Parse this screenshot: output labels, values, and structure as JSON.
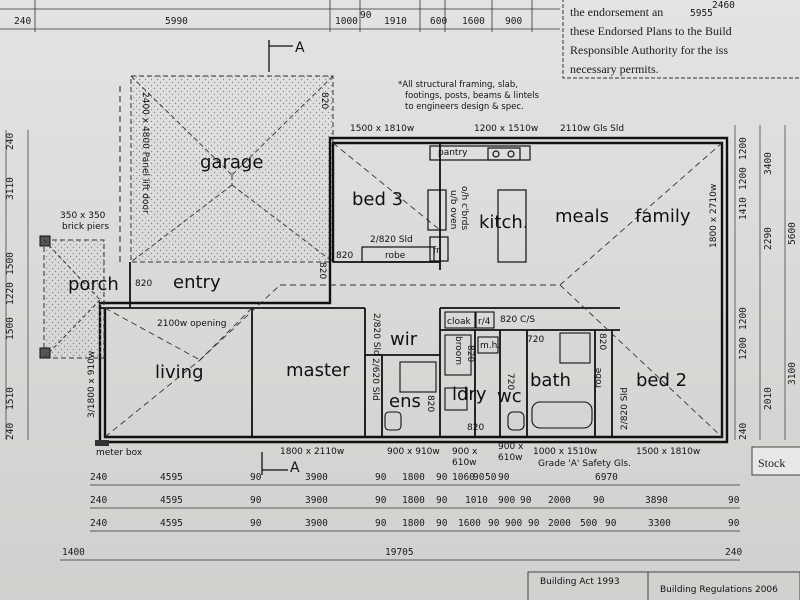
{
  "top_dims": [
    "240",
    "5990",
    "1000",
    "90",
    "1910",
    "600",
    "1600",
    "900",
    "5955",
    "2460"
  ],
  "stamp": {
    "line1": "the endorsement an",
    "line2": "these Endorsed Plans to the Build",
    "line3": "Responsible Authority for the iss",
    "line4": "necessary permits."
  },
  "notes": {
    "structural_1": "*All structural framing, slab,",
    "structural_2": "footings, posts, beams & lintels",
    "structural_3": "to engineers design & spec."
  },
  "section_marks": [
    "A",
    "A"
  ],
  "rooms": {
    "garage": "garage",
    "bed3": "bed 3",
    "kitch": "kitch.",
    "meals": "meals",
    "family": "family",
    "porch": "porch",
    "entry": "entry",
    "living": "living",
    "master": "master",
    "wir": "wir",
    "ens": "ens",
    "ldry": "ldry",
    "wc": "wc",
    "bath": "bath",
    "bed2": "bed 2"
  },
  "labels": {
    "panel_door": "2400 x 4800 Panel lift door",
    "brick_piers": "350 x 350 brick piers",
    "pantry": "pantry",
    "ub_oven": "u/b oven",
    "oh_cbrds": "o/h c'brds",
    "fr": "fr.",
    "robe_bed3": "robe",
    "sld_bed3": "2/820 Sld",
    "cloak": "cloak",
    "r4": "r/4",
    "cs_820": "820 C/S",
    "mh": "m.h.",
    "broom": "broom",
    "opening": "2100w opening",
    "sld_master": "2/820 Sld",
    "sld_wir": "2/620 Sld",
    "sld_bed2": "2/820 Sld",
    "robe_bed2": "robe",
    "meter_box": "meter box",
    "glass": "Grade 'A' Safety Gls."
  },
  "door_widths": [
    "820",
    "820",
    "820",
    "820",
    "820",
    "820",
    "720",
    "720",
    "820",
    "820",
    "820"
  ],
  "window_sizes": {
    "bed3_top": "1500 x 1810w",
    "kitch_top": "1200 x 1510w",
    "meals_top": "2110w Gls Sld",
    "living_side": "3/1800 x 910w",
    "master_bottom": "1800 x 2110w",
    "ens_bottom": "900 x 910w",
    "ldry_bottom_1": "900 x",
    "ldry_bottom_2": "610w",
    "wc_bottom_1": "900 x",
    "wc_bottom_2": "610w",
    "bath_bottom": "1000 x 1510w",
    "bed2_bottom": "1500 x 1810w",
    "family_right": "1800 x 2710w",
    "garage_side": "820"
  },
  "left_dims": [
    "240",
    "3110",
    "1500",
    "1220",
    "1500",
    "1510",
    "240"
  ],
  "right_dims": [
    "1200",
    "1200",
    "1410",
    "3400",
    "2290",
    "5600",
    "1200",
    "1200",
    "3100",
    "2010",
    "240"
  ],
  "bottom_rows": [
    [
      "240",
      "4595",
      "90",
      "3900",
      "90",
      "1800",
      "90",
      "1060",
      "90",
      "50",
      "90",
      "6970"
    ],
    [
      "240",
      "4595",
      "90",
      "3900",
      "90",
      "1800",
      "90",
      "1010",
      "900",
      "90",
      "2000",
      "90",
      "3890",
      "90"
    ],
    [
      "240",
      "4595",
      "90",
      "3900",
      "90",
      "1800",
      "90",
      "1600",
      "90",
      "900",
      "90",
      "2000",
      "500",
      "90",
      "3300",
      "90"
    ]
  ],
  "total_row": [
    "1400",
    "19705",
    "240"
  ],
  "footer": {
    "act": "Building Act 1993",
    "regs": "Building Regulations 2006",
    "stock": "Stock"
  }
}
